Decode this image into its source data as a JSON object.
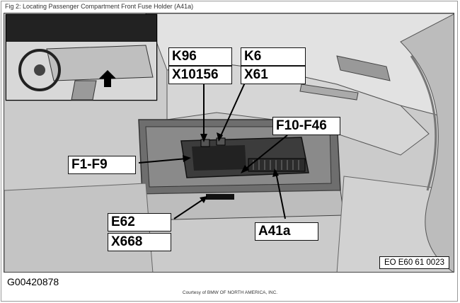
{
  "caption": "Fig 2: Locating Passenger Compartment Front Fuse Holder (A41a)",
  "callouts": {
    "k96": "K96",
    "x10156": "X10156",
    "k6": "K6",
    "x61": "X61",
    "f10_f46": "F10-F46",
    "f1_f9": "F1-F9",
    "e62": "E62",
    "x668": "X668",
    "a41a": "A41a"
  },
  "figure_code": "EO E60 61 0023",
  "image_id": "G00420878",
  "courtesy": "Courtesy of BMW OF NORTH AMERICA, INC."
}
